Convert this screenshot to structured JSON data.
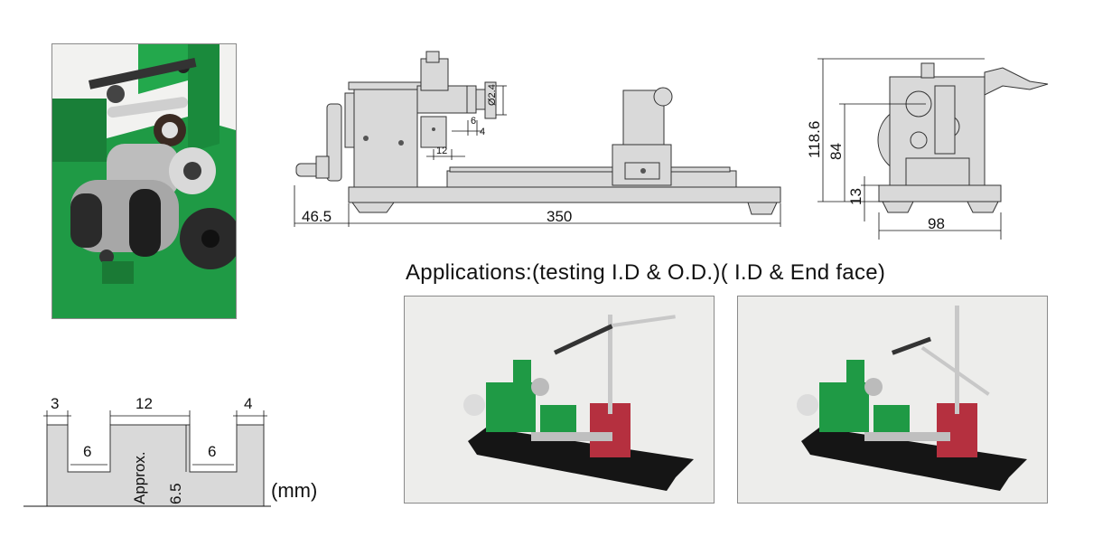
{
  "colors": {
    "machine_green": "#1f9a45",
    "drawing_fill": "#d9d9d9",
    "drawing_line": "#333333",
    "magnet_red": "#b5303f",
    "base_black": "#151515",
    "photo_bg": "#ececea"
  },
  "side_view": {
    "dims": {
      "left_offset": "46.5",
      "length": "350",
      "dia": "Ø2.4",
      "d6": "6",
      "d4": "4",
      "d12": "12"
    }
  },
  "end_view": {
    "dims": {
      "height_total": "118.6",
      "center_height": "84",
      "base_height": "13",
      "width": "98"
    }
  },
  "groove_profile": {
    "dims": {
      "left_land": "3",
      "center_land": "12",
      "right_land": "4",
      "left_groove": "6",
      "right_groove": "6",
      "depth_label": "Approx.",
      "depth_value": "6.5"
    },
    "unit": "(mm)"
  },
  "applications": {
    "caption": "Applications:(testing I.D & O.D.)( I.D & End face)"
  }
}
